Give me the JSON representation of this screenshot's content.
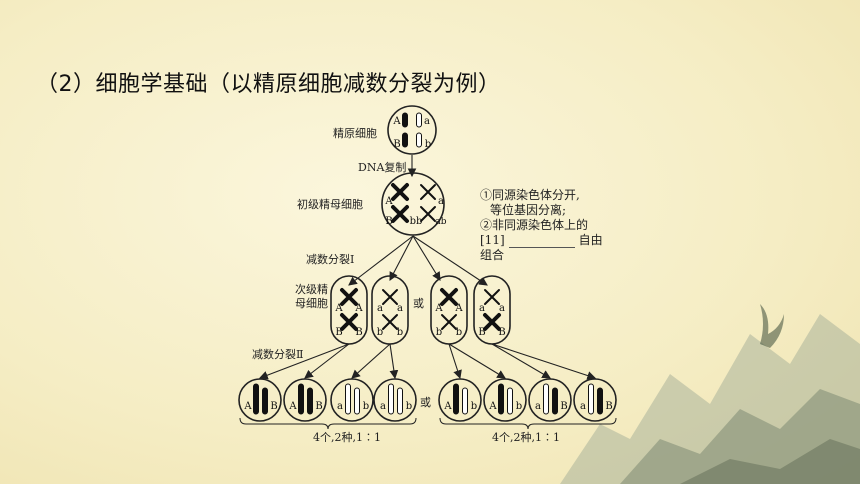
{
  "title": "（2）细胞学基础（以精原细胞减数分裂为例）",
  "labels": {
    "spermatogonium": "精原细胞",
    "dna_replication": "DNA复制",
    "primary": "初级精母细胞",
    "meiosis1": "减数分裂Ⅰ",
    "secondary_l1": "次级精",
    "secondary_l2": "母细胞",
    "or": "或",
    "meiosis2": "减数分裂Ⅱ",
    "result": "4个,2种,1∶1"
  },
  "note": {
    "line1": "①同源染色体分开,",
    "line2": "等位基因分离;",
    "line3": "②非同源染色体上的",
    "blank_prefix": "[11]",
    "blank_suffix": "自由",
    "line5": "组合"
  },
  "genes": {
    "A": "A",
    "a": "a",
    "B": "B",
    "b": "b"
  }
}
